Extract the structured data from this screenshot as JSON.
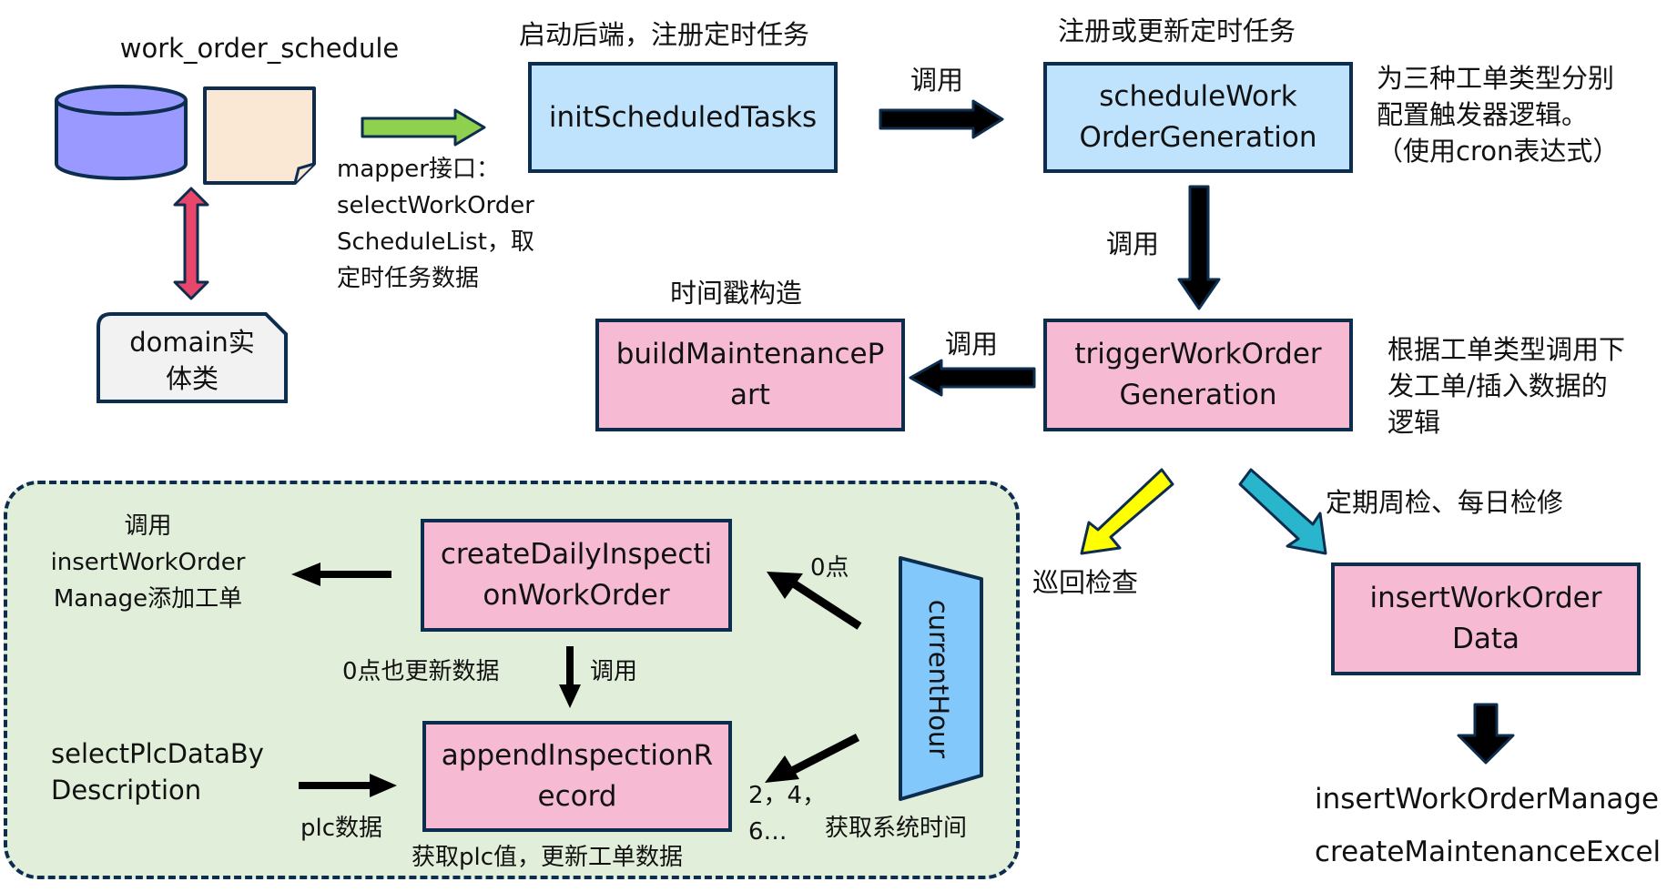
{
  "title": "work_order_schedule",
  "colors": {
    "outline": "#0d2d4f",
    "blue_box": "#bfe3fc",
    "pink_box": "#f6bbd3",
    "green_group": "#e1eed9",
    "cylinder": "#9999ff",
    "note": "#fbe8d4",
    "green_arrow": "#8fd14f",
    "red_arrow": "#e8466a",
    "yellow_arrow": "#ffff00",
    "teal_arrow": "#29b6cc",
    "trapezoid": "#82c8fb"
  },
  "top": {
    "db_label": "work_order_schedule",
    "mapper_note": "mapper接口：\nselectWorkOrder\nScheduleList，取\n定时任务数据",
    "domain_label": "domain实\n体类",
    "init_caption": "启动后端，注册定时任务",
    "init_box": "initScheduledTasks",
    "call_1": "调用",
    "schedule_caption": "注册或更新定时任务",
    "schedule_box": "scheduleWork\nOrderGeneration",
    "schedule_note": "为三种工单类型分别\n配置触发器逻辑。\n（使用cron表达式）",
    "call_2": "调用",
    "trigger_box": "triggerWorkOrder\nGeneration",
    "trigger_note": "根据工单类型调用下\n发工单/插入数据的\n逻辑",
    "call_3": "调用",
    "build_caption": "时间戳构造",
    "build_box": "buildMaintenanceP\nart"
  },
  "branches": {
    "patrol_label": "巡回检查",
    "periodic_label": "定期周检、每日检修",
    "insert_box": "insertWorkOrder\nData",
    "insert_results": [
      "insertWorkOrderManage",
      "createMaintenanceExcel"
    ]
  },
  "group": {
    "call_insert_label": "调用\ninsertWorkOrder\nManage添加工单",
    "create_box": "createDailyInspecti\nonWorkOrder",
    "zero_hour_label": "0点",
    "zero_update_label": "0点也更新数据",
    "call_label": "调用",
    "append_box": "appendInspectionR\necord",
    "select_plc_label": "selectPlcDataBy\nDescription",
    "plc_data_label": "plc数据",
    "append_caption": "获取plc值，更新工单数据",
    "hours_label": "2，4，\n6…",
    "current_hour": "currentHour",
    "system_time_label": "获取系统时间"
  }
}
